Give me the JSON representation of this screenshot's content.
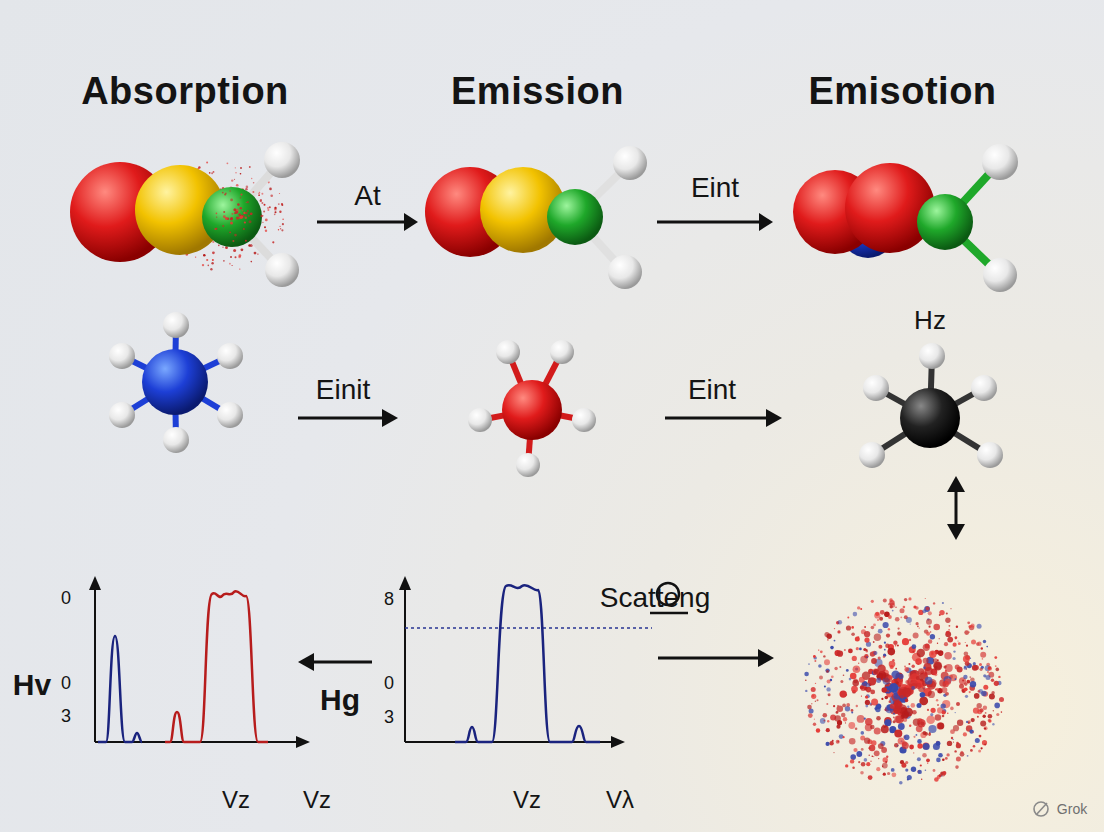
{
  "diagram": {
    "nodes": [
      {
        "text": [
          "Absorption"
        ]
      },
      {
        "text": [
          "Emission"
        ]
      },
      {
        "text": [
          "Emisotion"
        ]
      }
    ],
    "edges": [
      {
        "from": 0,
        "to": 1,
        "label": "At",
        "arrow": "to"
      },
      {
        "from": 1,
        "to": 2,
        "label": "Eint",
        "arrow": "to"
      }
    ],
    "labels": [
      "Einit",
      "Eint",
      "Hz",
      "Scatteng",
      "Hv",
      "0",
      "0",
      "3",
      "Vz",
      "Vz",
      "Hg",
      "8",
      "0",
      "3",
      "Vz",
      "Vλ",
      "Grok"
    ]
  }
}
